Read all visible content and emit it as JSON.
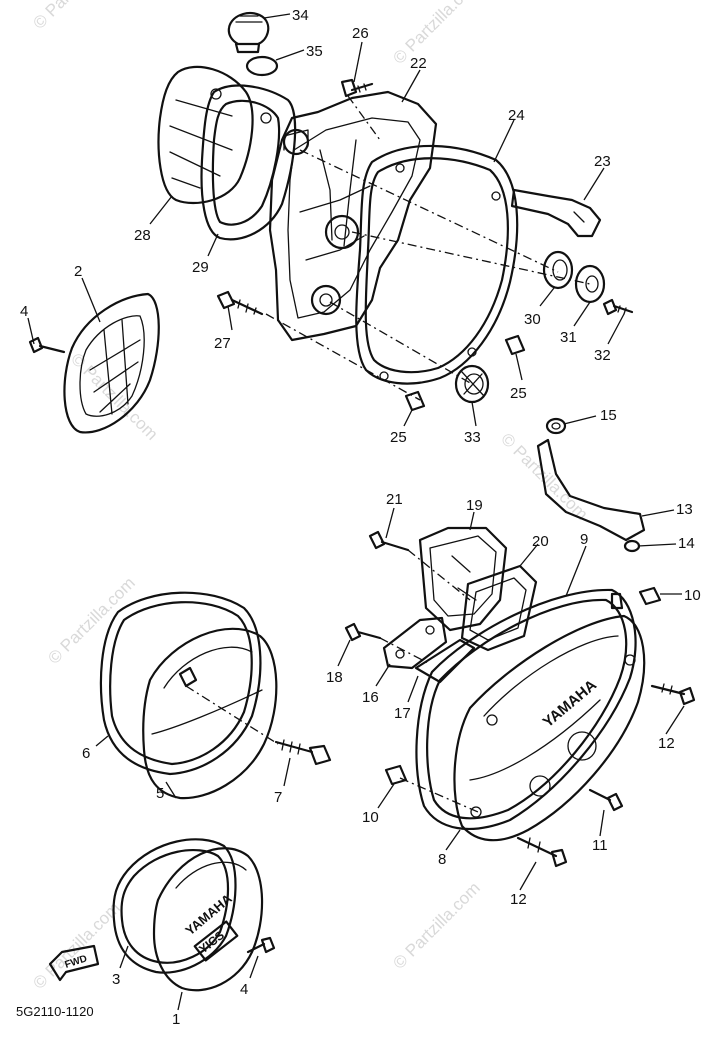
{
  "diagram": {
    "reference_code": "5G2110-1120",
    "watermark": "© Partzilla.com",
    "fwd_label": "FWD",
    "brand_text": "YAMAHA",
    "badge_text": "YICS",
    "callouts": [
      "34",
      "35",
      "26",
      "22",
      "24",
      "23",
      "28",
      "29",
      "2",
      "4",
      "27",
      "30",
      "31",
      "32",
      "25",
      "25",
      "33",
      "15",
      "21",
      "19",
      "20",
      "9",
      "13",
      "14",
      "10",
      "18",
      "16",
      "17",
      "6",
      "5",
      "7",
      "12",
      "10",
      "8",
      "11",
      "12",
      "3",
      "4",
      "1"
    ]
  }
}
